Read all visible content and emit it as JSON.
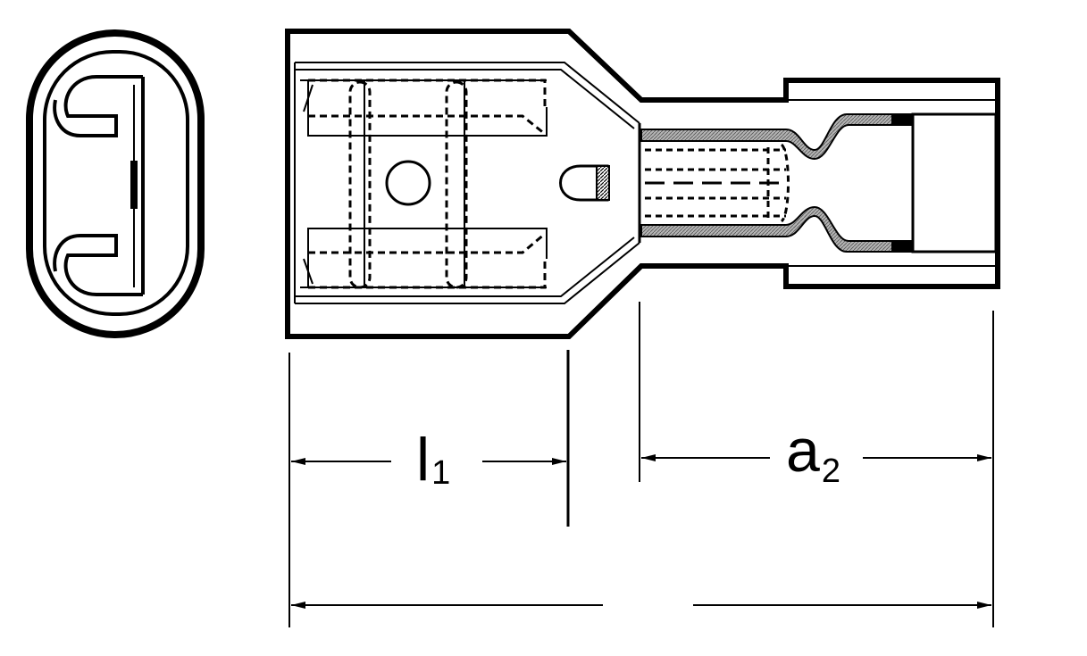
{
  "dimensions": {
    "l1": {
      "base": "l",
      "sub": "1"
    },
    "a2": {
      "base": "a",
      "sub": "2"
    }
  },
  "colors": {
    "line": "#000000",
    "crimp_fill": "#a8a8a8",
    "background": "#ffffff"
  }
}
